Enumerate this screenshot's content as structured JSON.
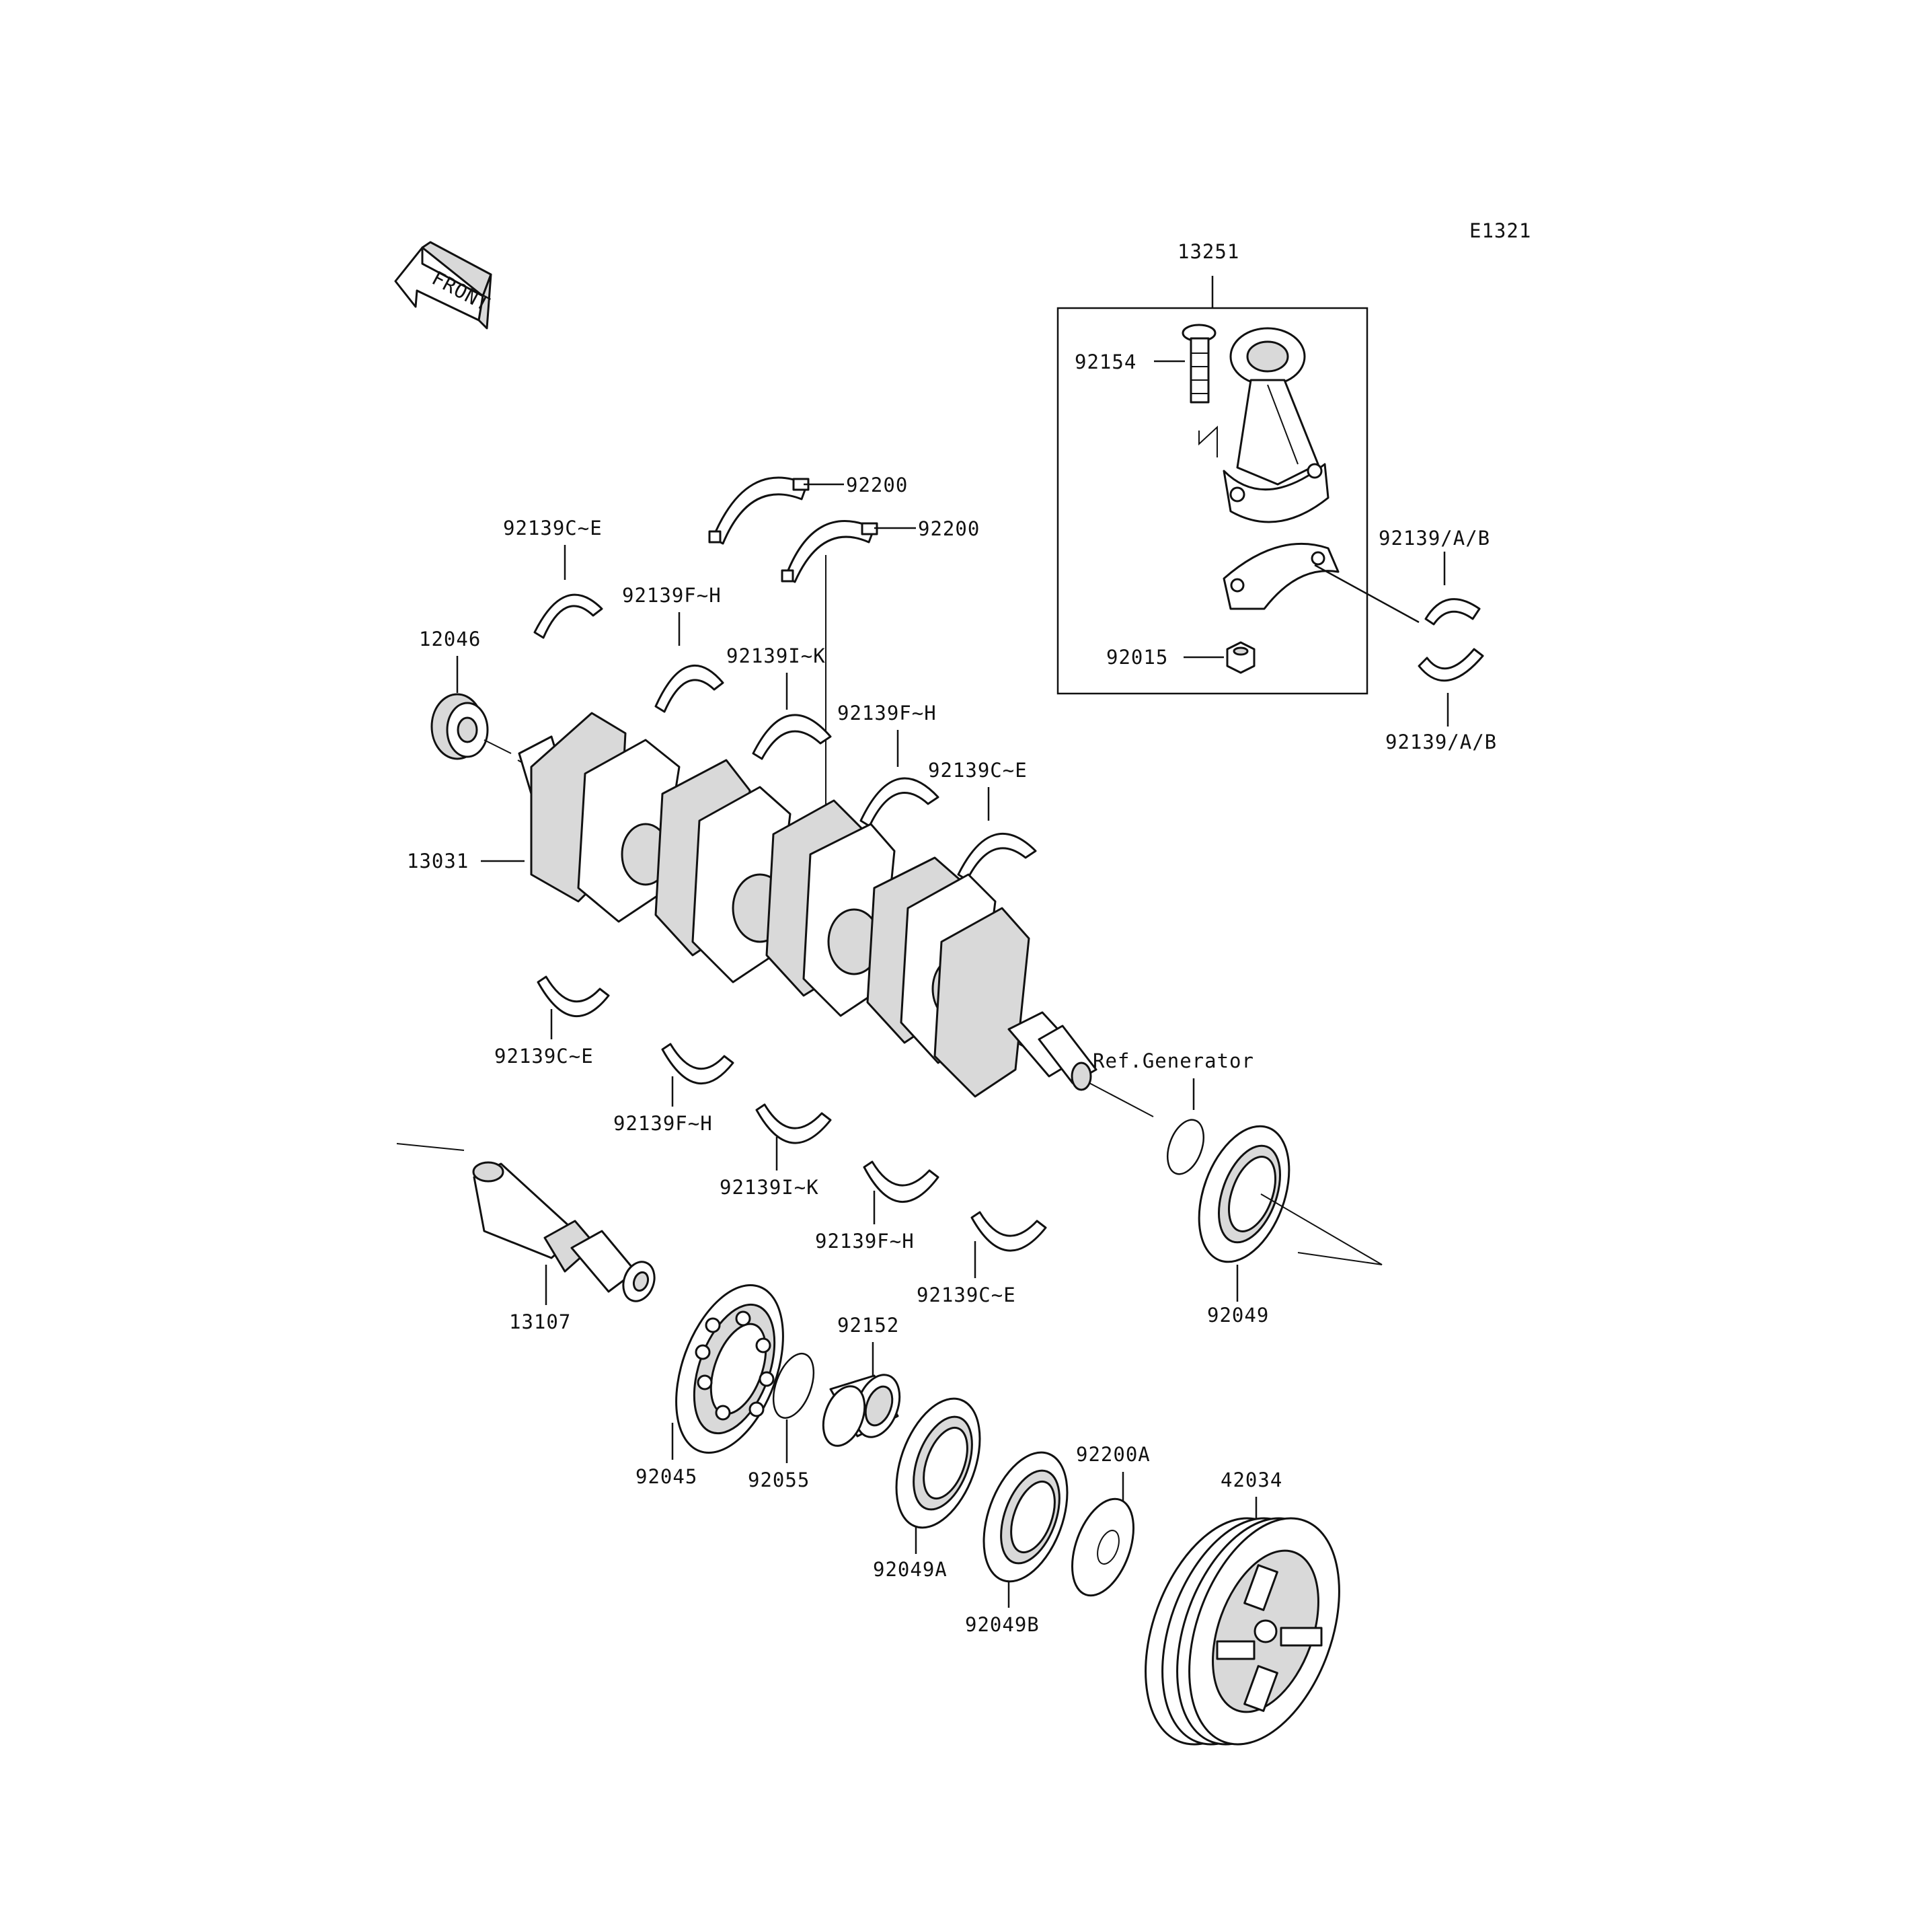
{
  "diagram_code": "E1321",
  "front_label": "FRONT",
  "ref_label": "Ref.Generator",
  "labels": {
    "p13251": "13251",
    "p92154": "92154",
    "p92015": "92015",
    "p92139ab_top": "92139/A/B",
    "p92139ab_bottom": "92139/A/B",
    "p92200_a": "92200",
    "p92200_b": "92200",
    "p92139ce_1": "92139C~E",
    "p92139fh_1": "92139F~H",
    "p92139ik_1": "92139I~K",
    "p92139fh_2": "92139F~H",
    "p92139ce_2": "92139C~E",
    "p12046": "12046",
    "p13031": "13031",
    "p92139ce_3": "92139C~E",
    "p92139fh_3": "92139F~H",
    "p92139ik_2": "92139I~K",
    "p92139fh_4": "92139F~H",
    "p92139ce_4": "92139C~E",
    "p13107": "13107",
    "p92045": "92045",
    "p92055": "92055",
    "p92152": "92152",
    "p92049": "92049",
    "p92049a": "92049A",
    "p92049b": "92049B",
    "p92200a": "92200A",
    "p42034": "42034"
  }
}
